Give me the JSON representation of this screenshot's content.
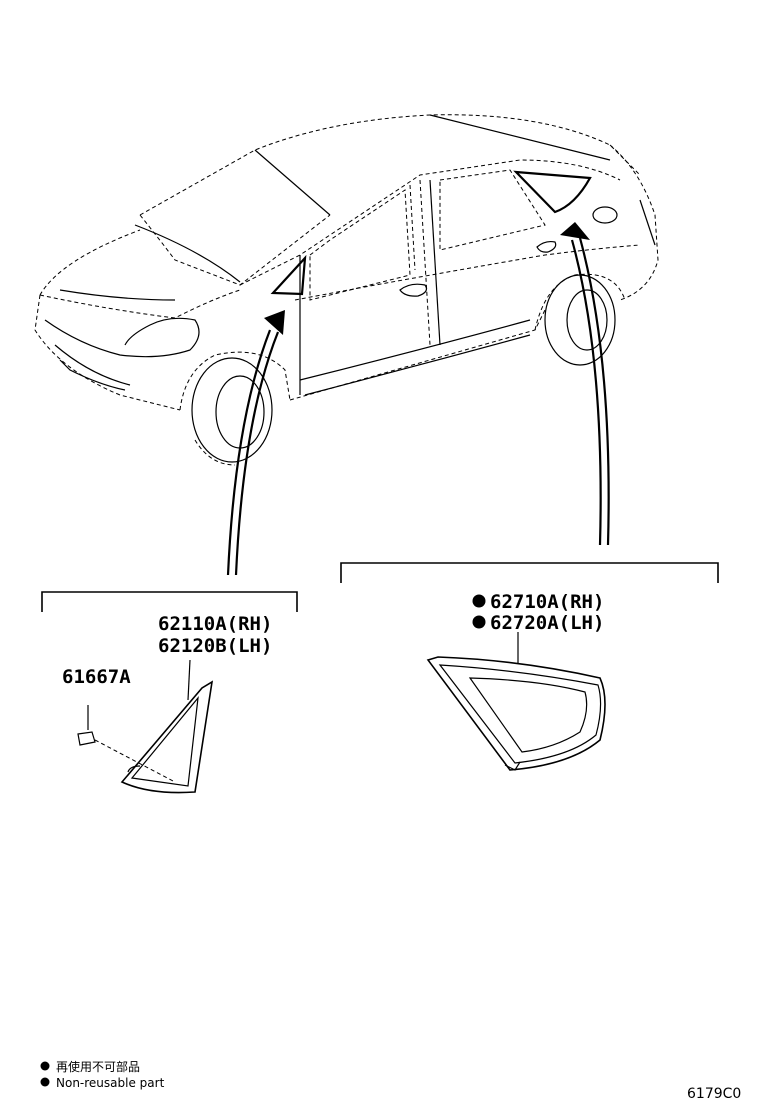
{
  "parts": {
    "front_glass": {
      "rh": "62110A(RH)",
      "lh": "62120B(LH)"
    },
    "clip": "61667A",
    "rear_glass": {
      "rh": "62710A(RH)",
      "lh": "62720A(LH)"
    }
  },
  "legend": {
    "japanese": "再使用不可部品",
    "english": "Non-reusable part"
  },
  "diagram_code": "6179C0"
}
